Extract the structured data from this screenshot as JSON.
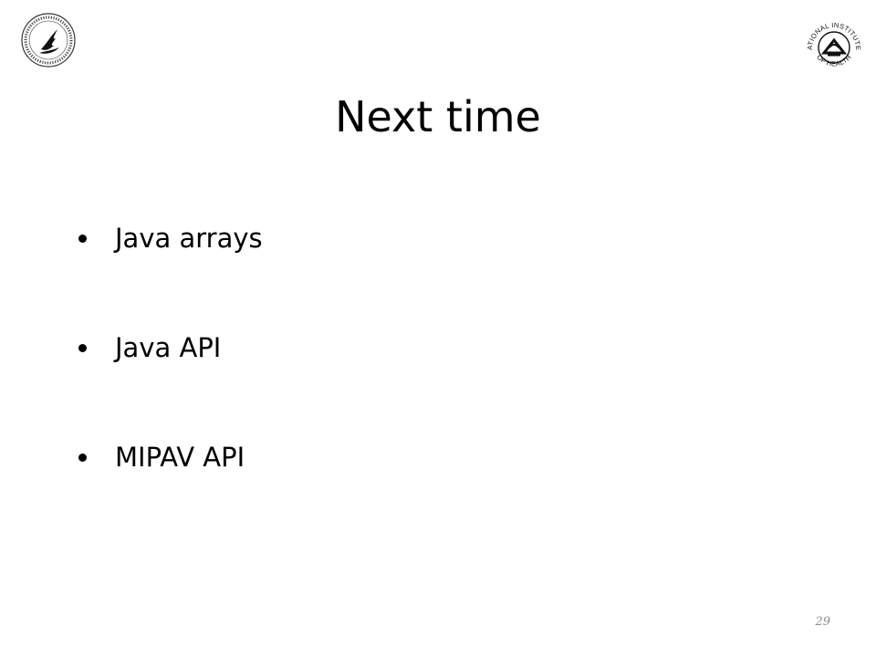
{
  "slide": {
    "title": "Next time",
    "bullets": [
      {
        "text": "Java arrays"
      },
      {
        "text": "Java API"
      },
      {
        "text": "MIPAV API"
      }
    ],
    "page_number": "29",
    "logos": {
      "left": "hhs-eagle-seal-icon",
      "right": "nih-seal-icon",
      "right_seal_text_top": "NATIONAL INSTITUTES",
      "right_seal_text_bottom": "OF HEALTH"
    },
    "colors": {
      "text": "#000000",
      "page_number": "#8c8c8c",
      "background": "#ffffff"
    }
  }
}
